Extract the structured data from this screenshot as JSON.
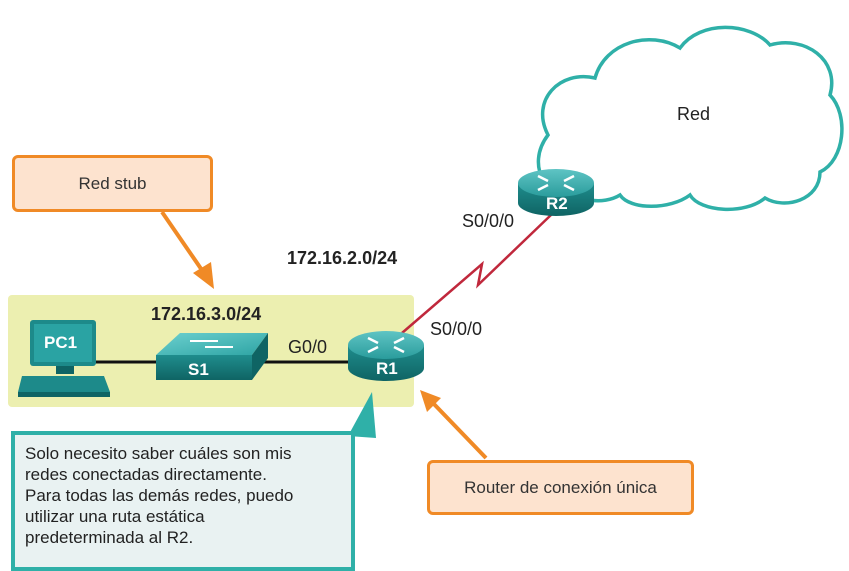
{
  "labels": {
    "cloud": "Red",
    "stub_network": "Red stub",
    "net_wan": "172.16.2.0/24",
    "net_lan": "172.16.3.0/24",
    "iface_r2": "S0/0/0",
    "iface_r1_serial": "S0/0/0",
    "iface_r1_g": "G0/0",
    "router_callout": "Router de conexión única"
  },
  "devices": {
    "pc1": "PC1",
    "s1": "S1",
    "r1": "R1",
    "r2": "R2"
  },
  "note_lines": [
    "Solo necesito saber cuáles son mis",
    "redes conectadas directamente.",
    "Para todas las demás redes, puedo",
    "utilizar una ruta estática",
    "predeterminada al R2."
  ],
  "colors": {
    "stub_area": "#ecefb0",
    "callout_fill": "#fde3cf",
    "callout_border": "#f08a26",
    "note_border": "#2fb0a8",
    "router_body": "#1d8a8a",
    "serial_link": "#c0283c"
  }
}
